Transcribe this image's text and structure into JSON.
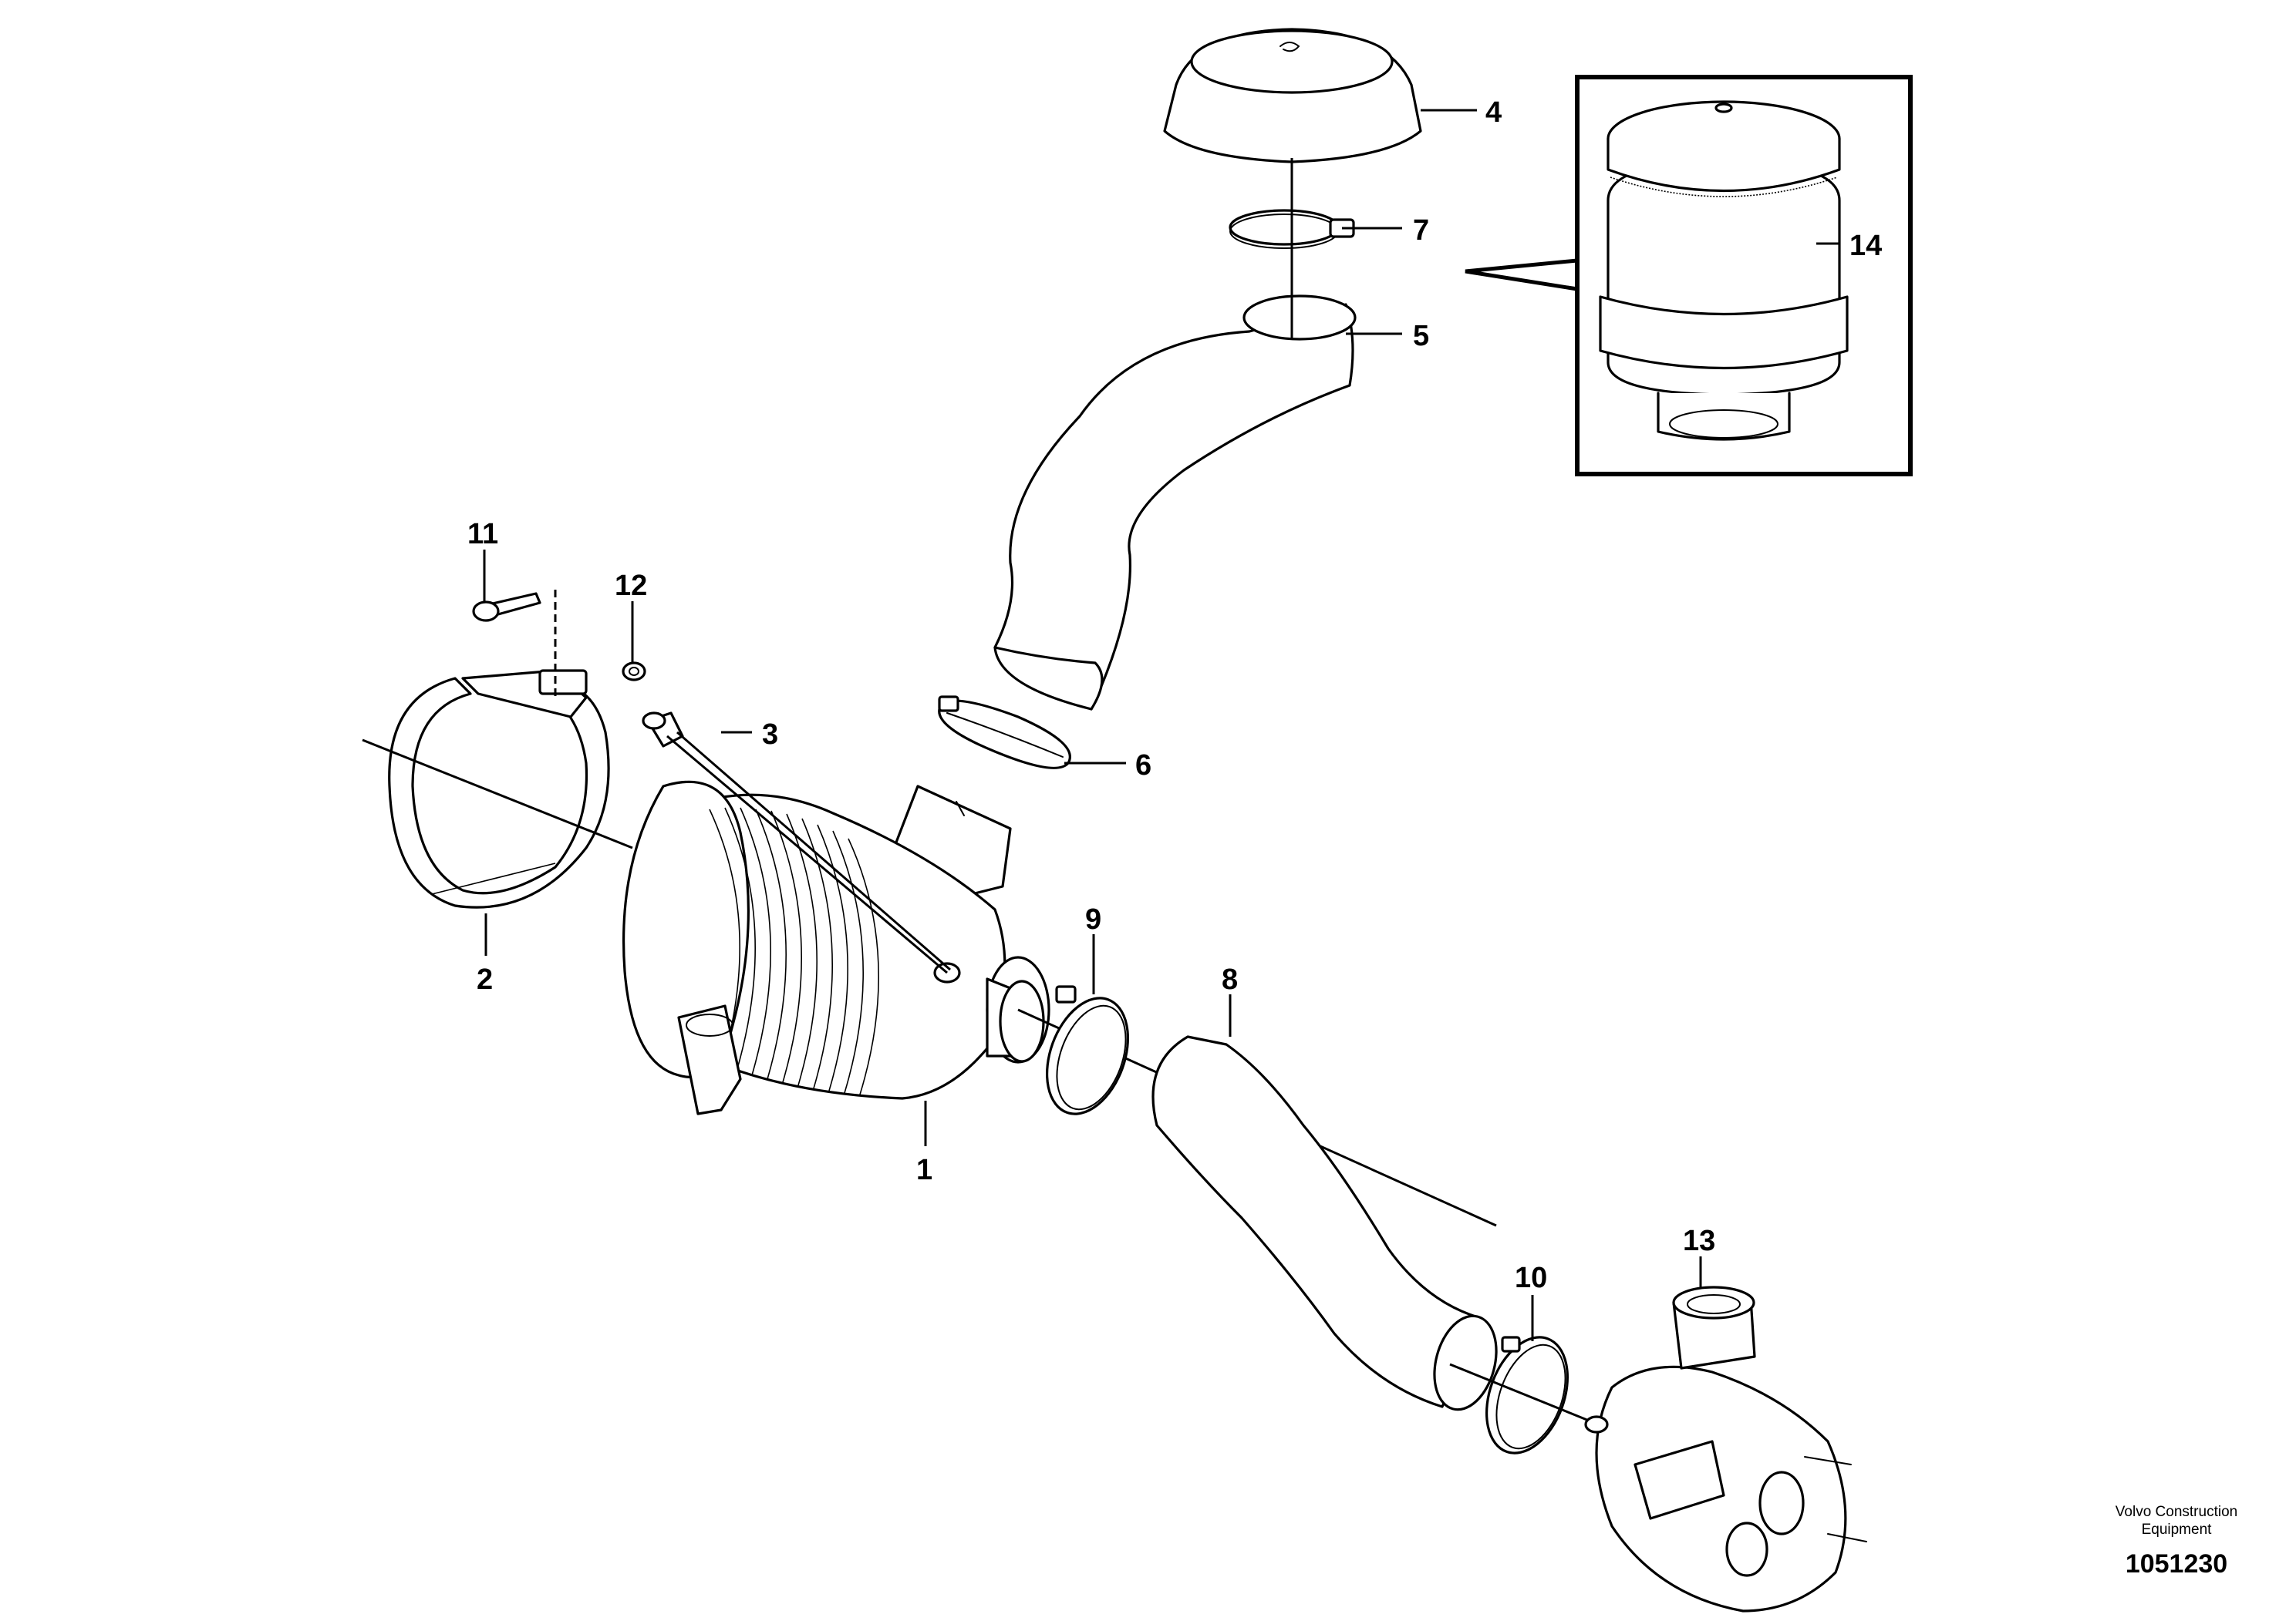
{
  "callouts": {
    "c1": "1",
    "c2": "2",
    "c3": "3",
    "c4": "4",
    "c5": "5",
    "c6": "6",
    "c7": "7",
    "c8": "8",
    "c9": "9",
    "c10": "10",
    "c11": "11",
    "c12": "12",
    "c13": "13",
    "c14": "14"
  },
  "footer": {
    "brand_line1": "Volvo Construction",
    "brand_line2": "Equipment",
    "doc_number": "1051230"
  }
}
